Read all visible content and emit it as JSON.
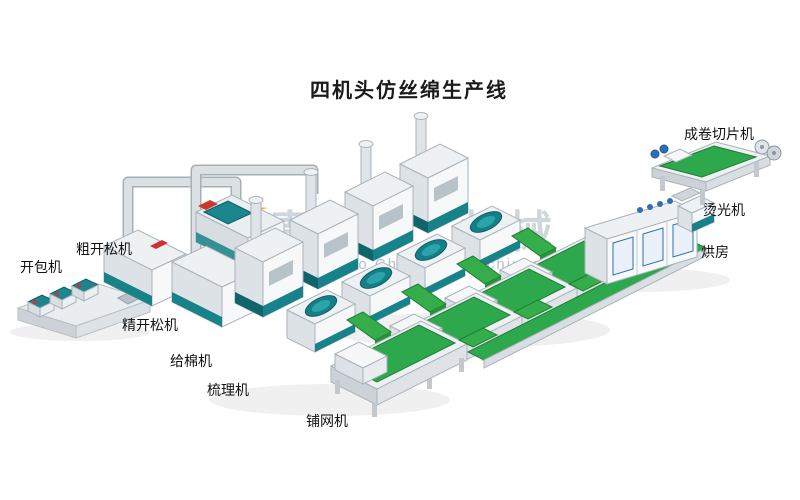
{
  "title": "四机头仿丝绵生产线",
  "watermark": {
    "cn_left": "青岛",
    "cn_right": "机械",
    "en_left": "Qingdao Ch",
    "en_right": "Machinery"
  },
  "labels": [
    {
      "id": "bale-opener",
      "text": "开包机"
    },
    {
      "id": "coarse-opener",
      "text": "粗开松机"
    },
    {
      "id": "fine-opener",
      "text": "精开松机"
    },
    {
      "id": "cotton-feeder",
      "text": "给棉机"
    },
    {
      "id": "carding-machine",
      "text": "梳理机"
    },
    {
      "id": "cross-lapper",
      "text": "铺网机"
    },
    {
      "id": "drying-oven",
      "text": "烘房"
    },
    {
      "id": "calender",
      "text": "烫光机"
    },
    {
      "id": "roll-slitting-machine",
      "text": "成卷切片机"
    }
  ],
  "colors": {
    "belt_green": "#2ea84c",
    "accent_teal": "#17828a",
    "oven_blue": "#2f6fb5",
    "machine_body": "#eef1f3",
    "watermark_orange": "#ef8d1d"
  }
}
